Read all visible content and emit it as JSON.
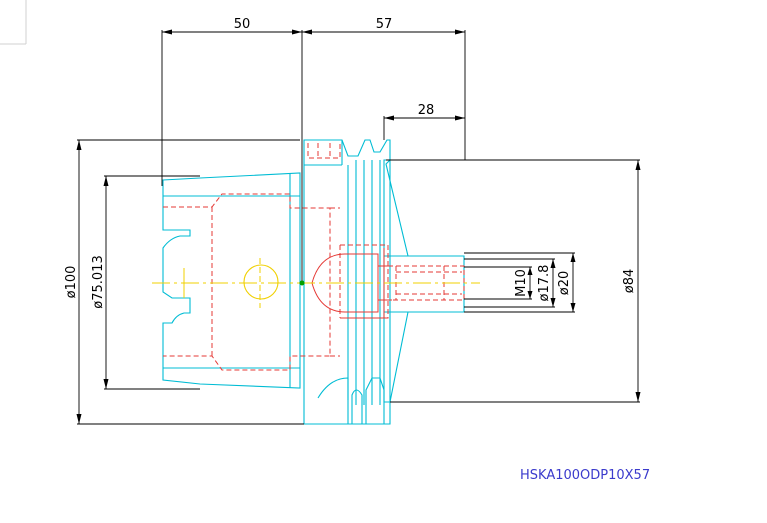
{
  "drawing": {
    "part_code": "HSKA100ODP10X57",
    "dimensions": {
      "length_left": "50",
      "length_right": "57",
      "length_tip": "28",
      "dia_outer": "ø100",
      "dia_flange": "ø75.013",
      "thread": "M10",
      "dia_bore": "ø17.8",
      "dia_shank": "ø20",
      "dia_body": "ø84"
    },
    "colors": {
      "outline": "#00bcd4",
      "hidden": "#e53935",
      "centerline": "#f0d000",
      "dimension": "#000000",
      "label": "#3b3bcc",
      "center_mark": "#00a000"
    }
  }
}
